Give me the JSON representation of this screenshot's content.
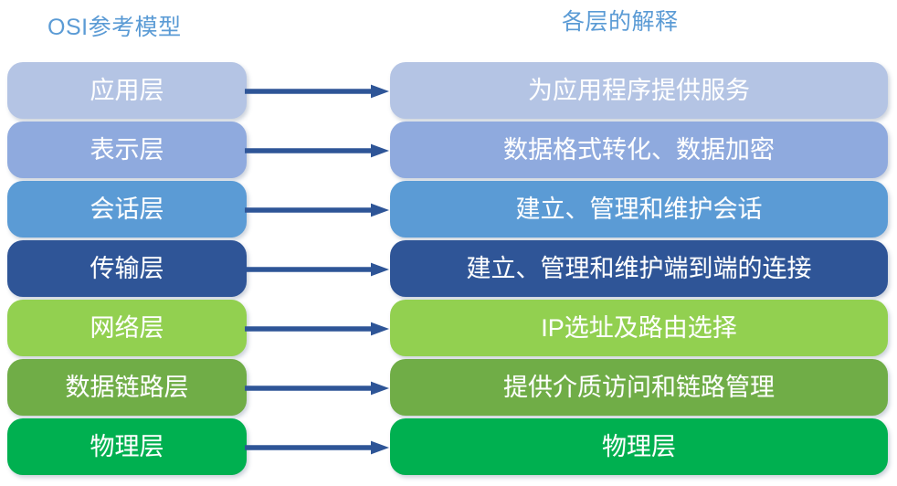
{
  "headings": {
    "left": "OSI参考模型",
    "right": "各层的解释"
  },
  "colors": {
    "heading_text": "#5b9bd5",
    "arrow": "#2e5597",
    "label_text": "#ffffff",
    "background": "#ffffff",
    "layer_fills": [
      "#b4c4e4",
      "#8faade",
      "#5b9bd5",
      "#2f5597",
      "#92d050",
      "#70ad47",
      "#00b050"
    ]
  },
  "rows": [
    {
      "layer": "应用层",
      "description": "为应用程序提供服务",
      "fill": "#b4c4e4",
      "arrow_icon": "arrow-right-icon"
    },
    {
      "layer": "表示层",
      "description": "数据格式转化、数据加密",
      "fill": "#8faade",
      "arrow_icon": "arrow-right-icon"
    },
    {
      "layer": "会话层",
      "description": "建立、管理和维护会话",
      "fill": "#5b9bd5",
      "arrow_icon": "arrow-right-icon"
    },
    {
      "layer": "传输层",
      "description": "建立、管理和维护端到端的连接",
      "fill": "#2f5597",
      "arrow_icon": "arrow-right-icon"
    },
    {
      "layer": "网络层",
      "description": "IP选址及路由选择",
      "fill": "#92d050",
      "arrow_icon": "arrow-right-icon"
    },
    {
      "layer": "数据链路层",
      "description": "提供介质访问和链路管理",
      "fill": "#70ad47",
      "arrow_icon": "arrow-right-icon"
    },
    {
      "layer": "物理层",
      "description": "物理层",
      "fill": "#00b050",
      "arrow_icon": "arrow-right-icon"
    }
  ]
}
